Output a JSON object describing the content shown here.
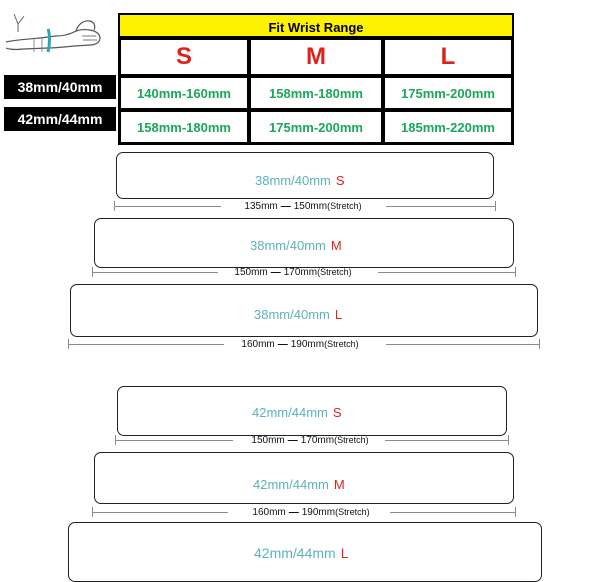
{
  "table": {
    "title": "Fit Wrist Range",
    "sizes": [
      "S",
      "M",
      "L"
    ],
    "rows": [
      {
        "label": "38mm/40mm",
        "values": [
          "140mm-160mm",
          "158mm-180mm",
          "175mm-200mm"
        ]
      },
      {
        "label": "42mm/44mm",
        "values": [
          "158mm-180mm",
          "175mm-200mm",
          "185mm-220mm"
        ]
      }
    ]
  },
  "bands": [
    {
      "model": "38mm/40mm",
      "size": "S",
      "min": "135mm",
      "max": "150mm",
      "note": "(Stretch)"
    },
    {
      "model": "38mm/40mm",
      "size": "M",
      "min": "150mm",
      "max": "170mm",
      "note": "(Stretch)"
    },
    {
      "model": "38mm/40mm",
      "size": "L",
      "min": "160mm",
      "max": "190mm",
      "note": "(Stretch)"
    },
    {
      "model": "42mm/44mm",
      "size": "S",
      "min": "150mm",
      "max": "170mm",
      "note": "(Stretch)"
    },
    {
      "model": "42mm/44mm",
      "size": "M",
      "min": "160mm",
      "max": "190mm",
      "note": "(Stretch)"
    },
    {
      "model": "42mm/44mm",
      "size": "L"
    }
  ],
  "colors": {
    "header": "#fef200",
    "size_letter": "#e0211b",
    "range": "#1aa85a",
    "model_label": "#5bb2bb"
  }
}
